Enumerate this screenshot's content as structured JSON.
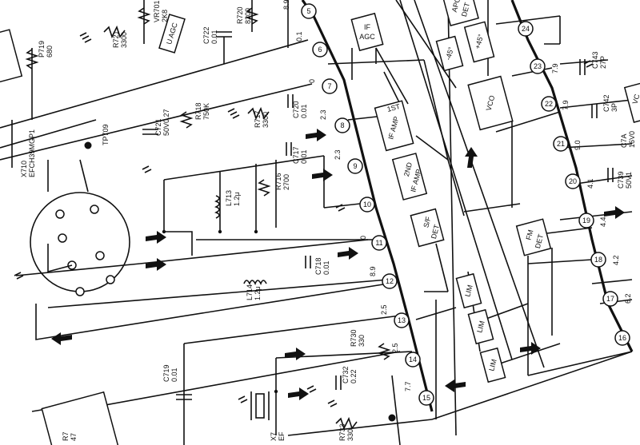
{
  "diagram": {
    "ic_pins": [
      {
        "num": "5",
        "value": "8.9"
      },
      {
        "num": "6",
        "value": "0.1"
      },
      {
        "num": "7",
        "value": "0"
      },
      {
        "num": "8",
        "value": "2.3"
      },
      {
        "num": "9",
        "value": "2.3"
      },
      {
        "num": "10",
        "value": ""
      },
      {
        "num": "11",
        "value": "0"
      },
      {
        "num": "12",
        "value": "8.9"
      },
      {
        "num": "13",
        "value": "2.5"
      },
      {
        "num": "14",
        "value": "2.5"
      },
      {
        "num": "15",
        "value": "7.7"
      },
      {
        "num": "16",
        "value": ""
      },
      {
        "num": "17",
        "value": "6.2"
      },
      {
        "num": "18",
        "value": "4.2"
      },
      {
        "num": "19",
        "value": "4.4"
      },
      {
        "num": "20",
        "value": "4.1"
      },
      {
        "num": "21",
        "value": "9.0"
      },
      {
        "num": "22",
        "value": "7.9"
      },
      {
        "num": "23",
        "value": "7.9"
      },
      {
        "num": "24",
        "value": ""
      }
    ],
    "blocks": {
      "u_agc": "U AGC",
      "if_agc": [
        "IF",
        "AGC"
      ],
      "first_if_amp": [
        "1ST",
        "IF AMP"
      ],
      "second_if_amp": [
        "2ND",
        "IF AMP"
      ],
      "sif_det": [
        "S/F",
        "DET"
      ],
      "lim_1": "LIM",
      "lim_2": "LIM",
      "lim_3": "LIM",
      "fm_det": [
        "FM",
        "DET"
      ],
      "vco": "VCO",
      "phase_plus": "+45°",
      "phase_minus": "-45°",
      "apc_det": [
        "APC",
        "DET"
      ],
      "right_edge_box": "VC"
    },
    "components": {
      "p719": [
        "P719",
        "680"
      ],
      "vr701": [
        "VR701",
        "2K8"
      ],
      "r721": [
        "R721",
        "3300"
      ],
      "c722": [
        "C722",
        "0.01"
      ],
      "r720": [
        "R720",
        "8200"
      ],
      "r718": [
        "R718",
        "750K"
      ],
      "c721": [
        "C721",
        "50V0.27"
      ],
      "r717": [
        "R717",
        "3300"
      ],
      "c720": [
        "C720",
        "0.01"
      ],
      "c717": [
        "C717",
        "0.01"
      ],
      "tp709": "TP709",
      "x710": [
        "X710",
        "EFCH39MGP1"
      ],
      "r716": [
        "R716",
        "2700"
      ],
      "l713": [
        "L713",
        "1.2μ"
      ],
      "c718": [
        "C718",
        "0.01"
      ],
      "l714": [
        "L714",
        "1.2μ"
      ],
      "c719": [
        "C719",
        "0.01"
      ],
      "r730": [
        "R730",
        "330"
      ],
      "c732": [
        "C732",
        "0.22"
      ],
      "r733": [
        "R733",
        "330"
      ],
      "x7_bottom": [
        "X7",
        "EF"
      ],
      "r7_bottom": [
        "R7",
        "47"
      ],
      "c743": [
        "C743",
        "27P"
      ],
      "c742": [
        "C742",
        "3P"
      ],
      "c7a": [
        "C7A",
        "16V0"
      ],
      "c739": [
        "C739",
        "50V1"
      ]
    }
  }
}
